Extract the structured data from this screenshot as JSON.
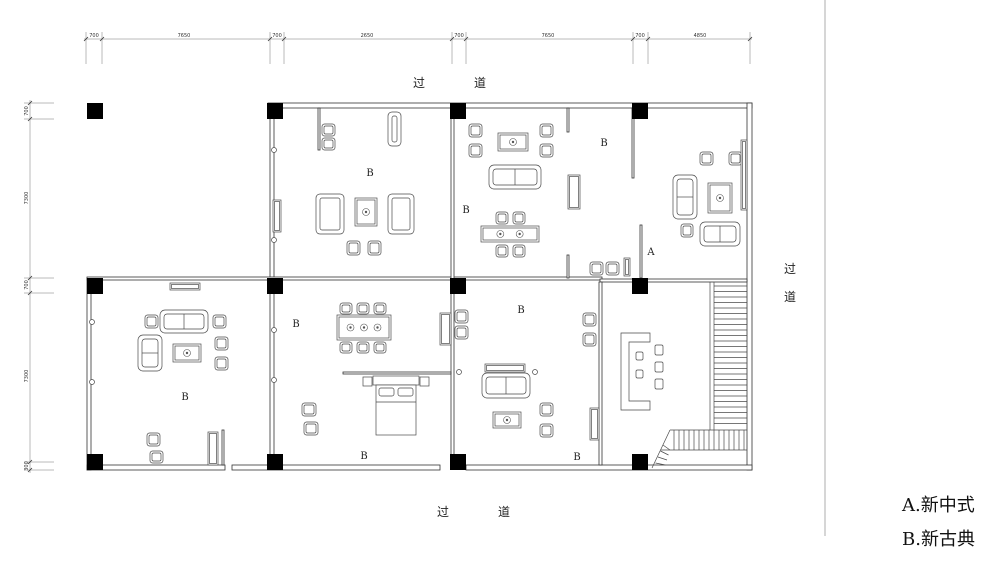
{
  "dimensions": {
    "top": [
      "700",
      "7650",
      "700",
      "2650",
      "700",
      "7650",
      "700",
      "4850"
    ],
    "left": [
      "700",
      "7300",
      "700",
      "7300",
      "300"
    ]
  },
  "corridors": {
    "top": [
      "过",
      "道"
    ],
    "bottom": [
      "过",
      "道"
    ],
    "right": [
      "过",
      "道"
    ]
  },
  "room_styles": [
    "B",
    "B",
    "B",
    "B",
    "B",
    "B",
    "B",
    "B",
    "A"
  ],
  "legend": {
    "a": "A.新中式",
    "b": "B.新古典"
  }
}
